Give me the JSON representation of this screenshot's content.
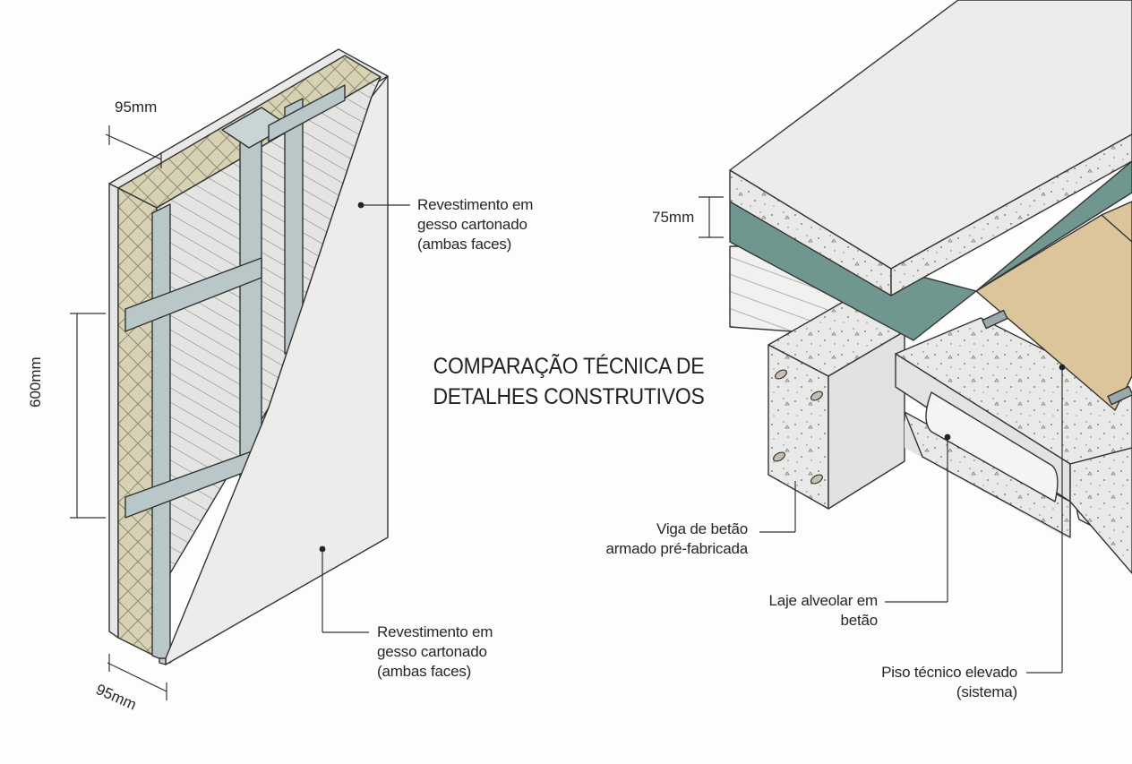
{
  "title": {
    "line1": "COMPARAÇÃO TÉCNICA DE",
    "line2": "DETALHES CONSTRUTIVOS"
  },
  "wall": {
    "dim_top": "95mm",
    "dim_height": "600mm",
    "dim_bottom": "95mm",
    "label_top": [
      "Revestimento em",
      "gesso cartonado",
      "(ambas faces)"
    ],
    "label_bottom": [
      "Revestimento em",
      "gesso cartonado",
      "(ambas faces)"
    ]
  },
  "floor": {
    "dim_thickness": "75mm",
    "label_beam": [
      "Viga de betão",
      "armado pré-fabricada"
    ],
    "label_slab": [
      "Laje alveolar em",
      "betão"
    ],
    "label_floor": [
      "Piso técnico elevado",
      "(sistema)"
    ]
  },
  "colors": {
    "insulation": "#d8d2b4",
    "stud": "#b9c7c8",
    "gypsum": "#ecebea",
    "concrete": "#e7e7e5",
    "membrane": "#6f978f",
    "wood": "#dcc59b",
    "line": "#333333"
  }
}
